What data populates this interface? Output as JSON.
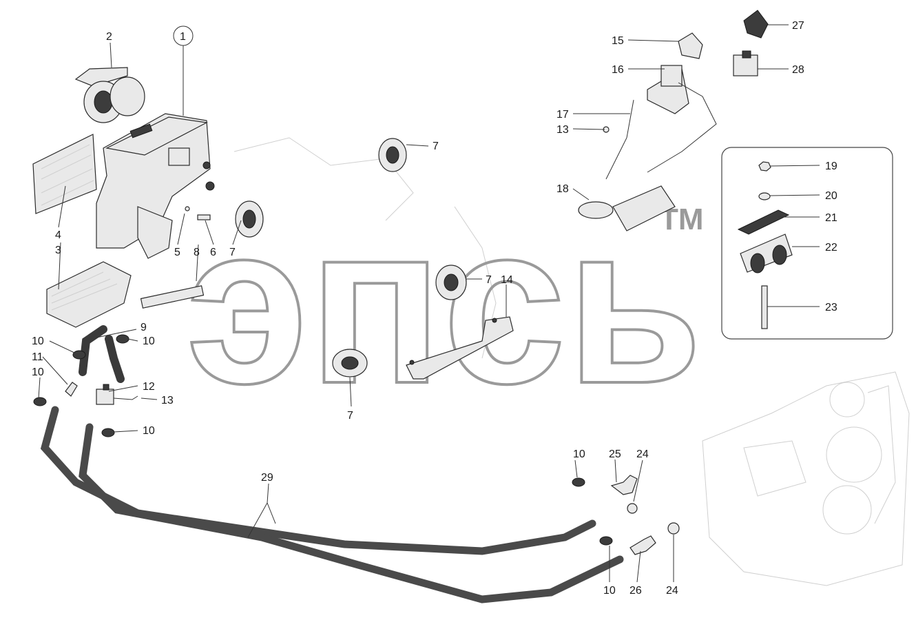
{
  "watermark": {
    "text": "эпсь",
    "tm": "TM"
  },
  "corner_mark": "",
  "callouts": {
    "c1": "1",
    "c2": "2",
    "c3": "3",
    "c4": "4",
    "c5": "5",
    "c6": "6",
    "c7a": "7",
    "c7b": "7",
    "c7c": "7",
    "c7d": "7",
    "c8": "8",
    "c9": "9",
    "c10a": "10",
    "c10b": "10",
    "c10c": "10",
    "c10d": "10",
    "c10e": "10",
    "c10f": "10",
    "c11": "11",
    "c12": "12",
    "c13a": "13",
    "c13b": "13",
    "c14": "14",
    "c15": "15",
    "c16": "16",
    "c17": "17",
    "c18": "18",
    "c19": "19",
    "c20": "20",
    "c21": "21",
    "c22": "22",
    "c23": "23",
    "c24a": "24",
    "c24b": "24",
    "c25": "25",
    "c26": "26",
    "c27": "27",
    "c28": "28",
    "c29": "29"
  }
}
